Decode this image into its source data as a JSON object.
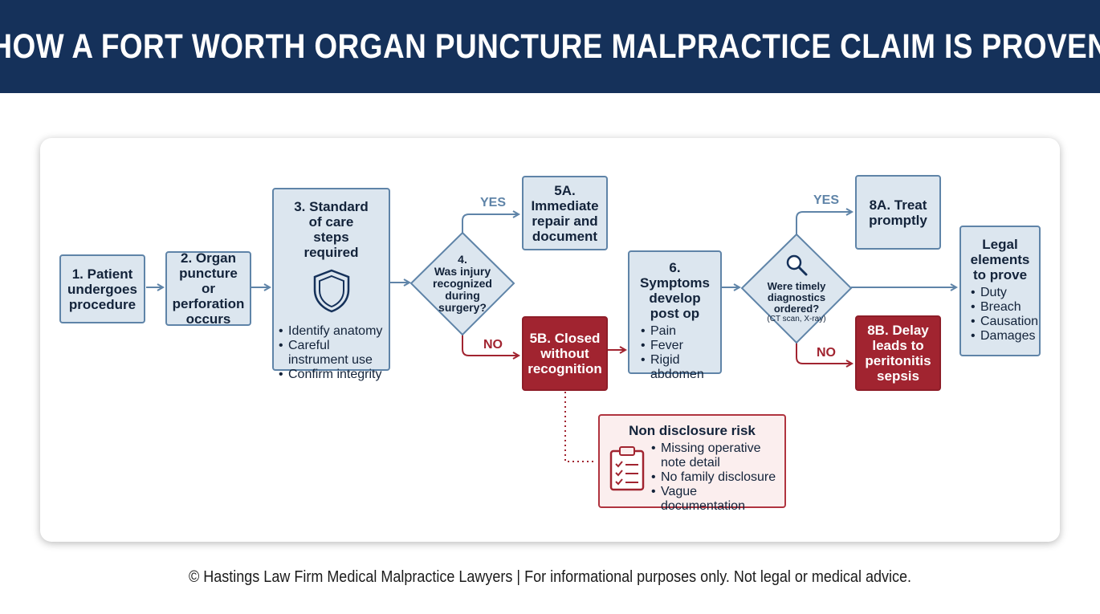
{
  "title": "HOW A FORT WORTH ORGAN PUNCTURE MALPRACTICE CLAIM IS PROVEN",
  "colors": {
    "navy": "#15315a",
    "node_fill": "#dce6ef",
    "node_border": "#5f84a8",
    "red": "#a12430",
    "risk_fill": "#fbeeee"
  },
  "nodes": {
    "n1": "1. Patient undergoes procedure",
    "n2": "2. Organ puncture or perforation occurs",
    "n3": {
      "head": "3. Standard of care steps required",
      "icon": "shield-icon",
      "bullets": [
        "Identify anatomy",
        "Careful instrument use",
        "Confirm integrity"
      ]
    },
    "d4": {
      "num": "4.",
      "text": "Was injury recognized during surgery?"
    },
    "n5a": "5A. Immediate repair and document",
    "n5b": "5B. Closed without recognition",
    "n6": {
      "head": "6. Symptoms develop post op",
      "bullets": [
        "Pain",
        "Fever",
        "Rigid abdomen"
      ]
    },
    "d7": {
      "icon": "magnifier-icon",
      "text": "Were timely diagnostics ordered?",
      "sub": "(CT scan, X-ray)"
    },
    "n8a": "8A. Treat promptly",
    "n8b": "8B. Delay leads to peritonitis sepsis",
    "legal": {
      "head": "Legal elements to prove",
      "bullets": [
        "Duty",
        "Breach",
        "Causation",
        "Damages"
      ]
    }
  },
  "branches": {
    "yes": "YES",
    "no": "NO"
  },
  "risk": {
    "title": "Non disclosure risk",
    "icon": "clipboard-checklist-icon",
    "bullets": [
      "Missing operative note detail",
      "No family disclosure",
      "Vague documentation"
    ]
  },
  "footer": "© Hastings Law Firm Medical Malpractice Lawyers | For informational purposes only. Not legal or medical advice."
}
